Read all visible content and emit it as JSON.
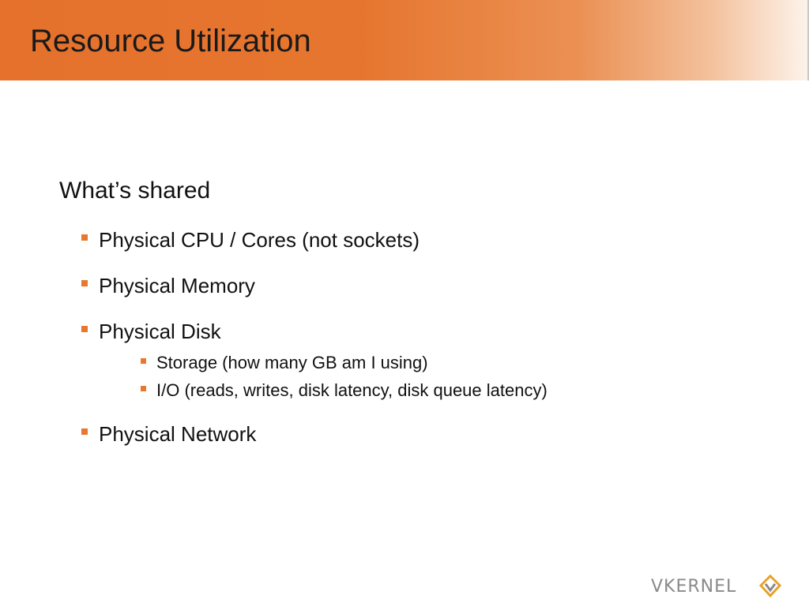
{
  "slide": {
    "title": "Resource Utilization",
    "heading": "What’s shared",
    "bullets": [
      "Physical CPU / Cores (not sockets)",
      "Physical Memory",
      "Physical Disk",
      "Physical Network"
    ],
    "sub_bullets": [
      "Storage (how many GB am I using)",
      "I/O (reads, writes, disk latency, disk queue latency)"
    ]
  },
  "logo": {
    "text": "VKERNEL",
    "icon": "vkernel-diamond-logo-icon"
  },
  "colors": {
    "accent": "#e8782f",
    "title_bar_start": "#e5712c",
    "title_bar_end": "#fdf3ea",
    "logo_gray": "#8a8a8a"
  }
}
